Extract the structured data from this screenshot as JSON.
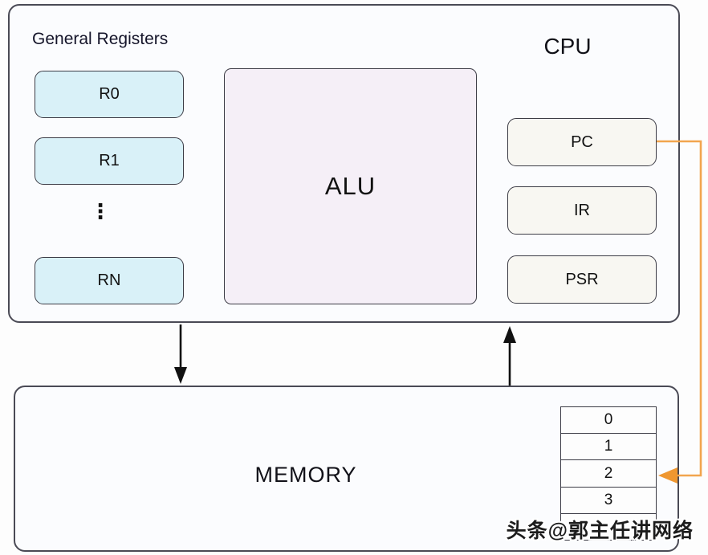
{
  "cpu": {
    "label": "CPU",
    "general_registers": {
      "title": "General Registers",
      "items": [
        "R0",
        "R1",
        "RN"
      ],
      "ellipsis": "⋮"
    },
    "alu_label": "ALU",
    "control_registers": {
      "pc": "PC",
      "ir": "IR",
      "psr": "PSR"
    }
  },
  "memory": {
    "label": "MEMORY",
    "cells": [
      "0",
      "1",
      "2",
      "3",
      ""
    ]
  },
  "watermark": "头条@郭主任讲网络",
  "colors": {
    "register_fill": "#d9f1f8",
    "alu_fill": "#f5eff7",
    "control_fill": "#f8f7f2",
    "box_fill": "#fbfcfe",
    "border": "#4a4a55",
    "arrow": "#111111",
    "highlight_line": "#f2a54e",
    "highlight_head": "#ef9730"
  }
}
